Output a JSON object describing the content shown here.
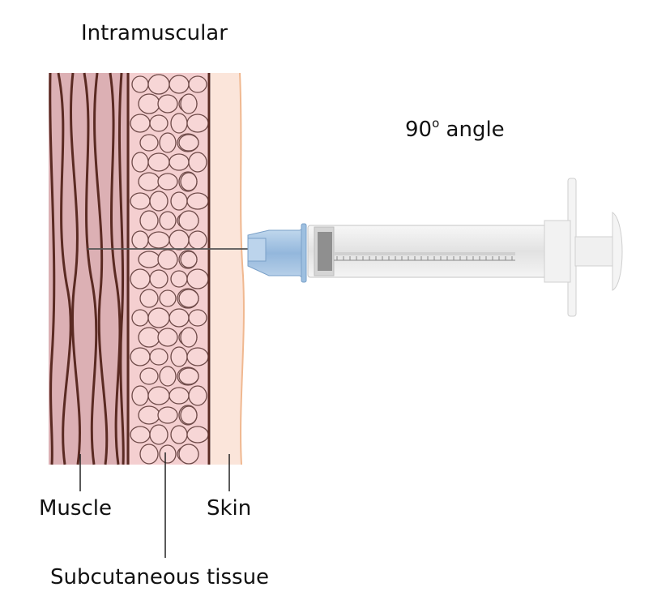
{
  "title": "Intramuscular",
  "angle_label": {
    "value": "90",
    "degree": "o",
    "suffix": " angle"
  },
  "layers": {
    "muscle": "Muscle",
    "subcutaneous": "Subcutaneous tissue",
    "skin": "Skin"
  },
  "colors": {
    "muscle_fill": "#dcb0b4",
    "muscle_fiber": "#5a2a22",
    "fat_fill": "#f4cfd0",
    "fat_cell_stroke": "#6e4a48",
    "skin_fill": "#fbe5da",
    "skin_edge": "#f0b890",
    "needle_hub": "#a9c8e4",
    "syringe_barrel": "#ececec"
  }
}
